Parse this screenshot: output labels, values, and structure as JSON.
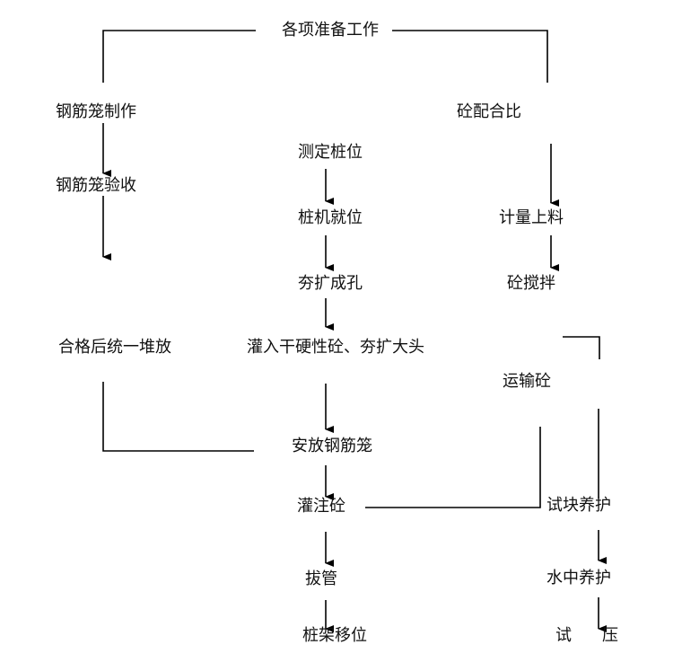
{
  "title": "各项准备工作",
  "left_branch": [
    "钢筋笼制作",
    "钢筋笼验收",
    "合格后统一堆放"
  ],
  "center_branch": [
    "测定桩位",
    "桩机就位",
    "夯扩成孔",
    "灌入干硬性砼、夯扩大头",
    "安放钢筋笼",
    "灌注砼",
    "拔管",
    "桩架移位"
  ],
  "right_branch": [
    "砼配合比",
    "计量上料",
    "砼搅拌",
    "运输砼",
    "试块养护",
    "水中养护"
  ],
  "test": {
    "part1": "试",
    "part2": "压"
  }
}
